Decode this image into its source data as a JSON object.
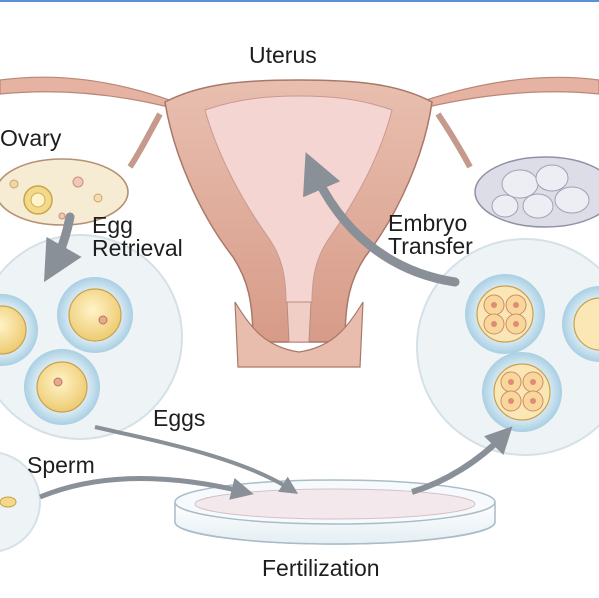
{
  "labels": {
    "uterus": "Uterus",
    "ovary": "Ovary",
    "egg_retrieval_line1": "Egg",
    "egg_retrieval_line2": "Retrieval",
    "embryo_transfer_line1": "Embryo",
    "embryo_transfer_line2": "Transfer",
    "eggs": "Eggs",
    "sperm": "Sperm",
    "fertilization": "Fertilization"
  },
  "colors": {
    "uterus_body": "#e8b8a8",
    "uterus_inner": "#f5d3d0",
    "ovary_left": "#f3ead0",
    "ovary_right": "#d8d9e4",
    "magnified_circle": "#eef3f7",
    "cell_halo": "#b9d8e8",
    "egg_yolk": "#f4d98a",
    "arrow": "#8a9097",
    "frame_top": "#5b8fd6"
  },
  "icons": {
    "process_arrow": "curved-arrow-icon"
  }
}
